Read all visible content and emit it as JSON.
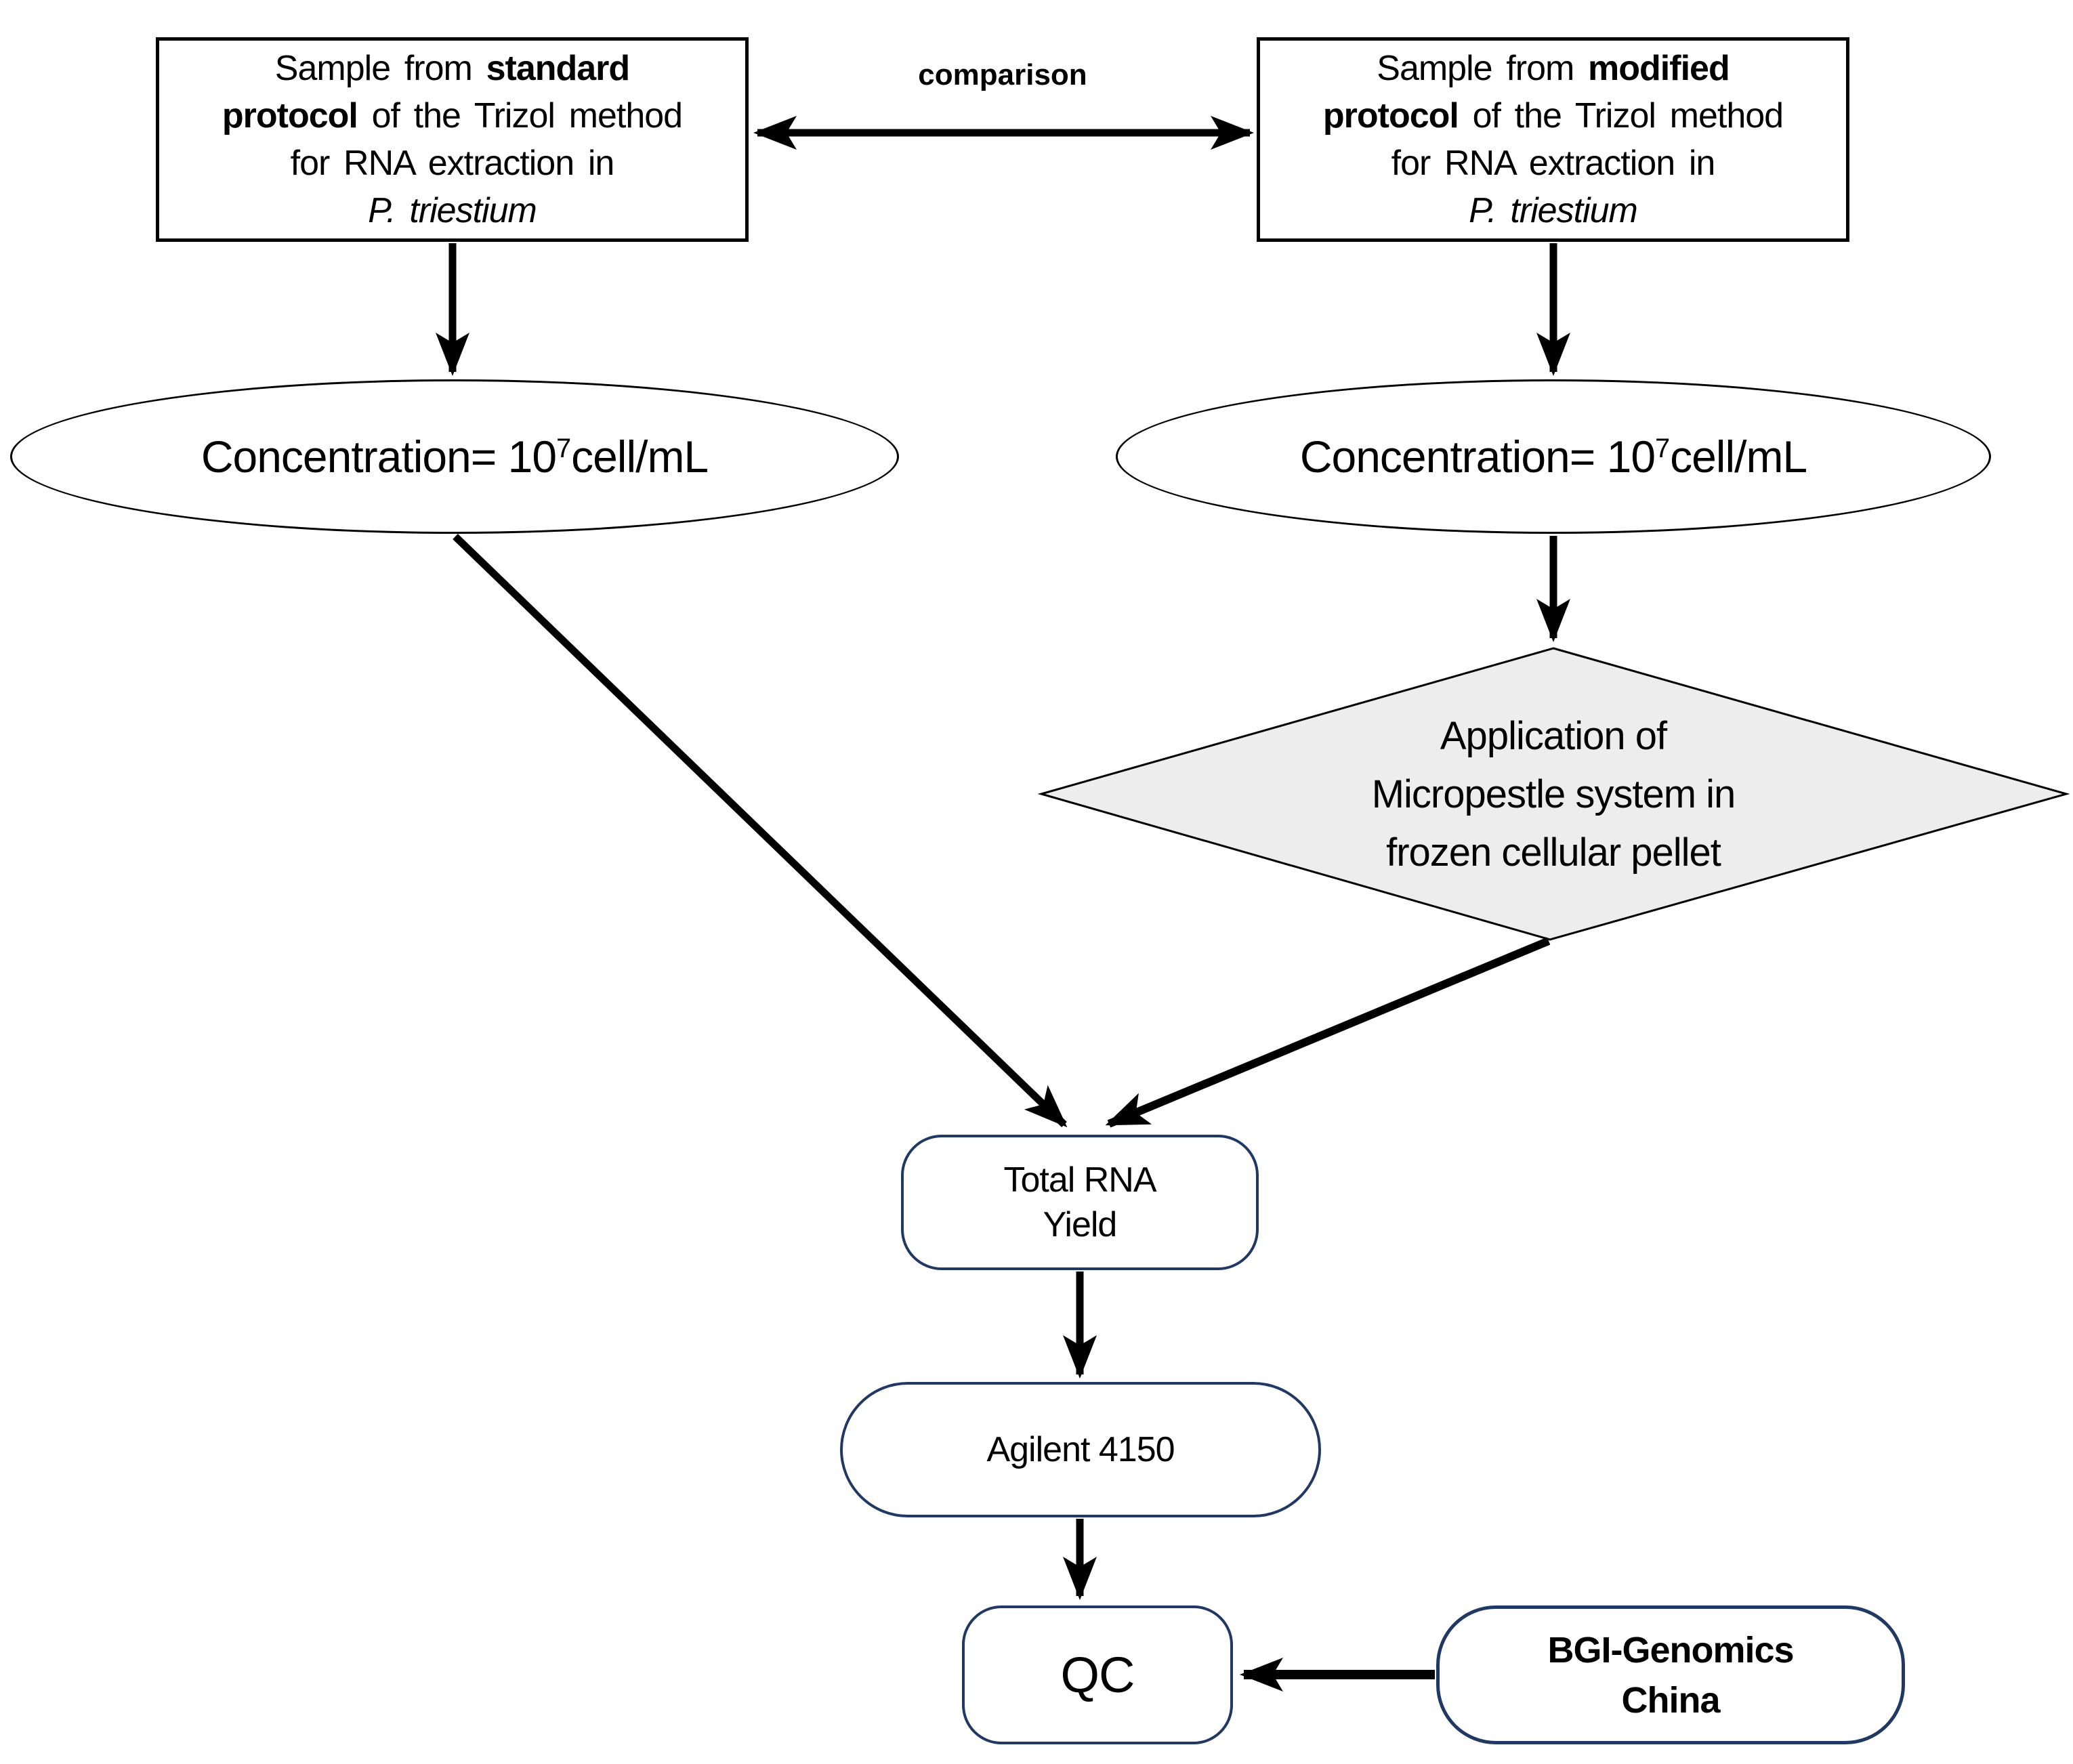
{
  "colors": {
    "node_border_navy": "#1f3864",
    "shape_outline": "#000000",
    "diamond_fill": "#ededed",
    "arrow_color": "#000000",
    "background": "#ffffff"
  },
  "diagram": {
    "comparison_label": "comparison",
    "standard_sample_box": {
      "lines": [
        [
          {
            "t": "Sample from "
          },
          {
            "t": "standard",
            "b": true
          }
        ],
        [
          {
            "t": "protocol",
            "b": true
          },
          {
            "t": " of the Trizol method"
          }
        ],
        [
          {
            "t": "for RNA extraction in"
          }
        ],
        [
          {
            "t": "P. triestium",
            "i": true
          }
        ]
      ]
    },
    "modified_sample_box": {
      "lines": [
        [
          {
            "t": "Sample from "
          },
          {
            "t": "modified",
            "b": true
          }
        ],
        [
          {
            "t": "protocol",
            "b": true
          },
          {
            "t": " of the Trizol method"
          }
        ],
        [
          {
            "t": "for RNA extraction in"
          }
        ],
        [
          {
            "t": "P. triestium",
            "i": true
          }
        ]
      ]
    },
    "standard_concentration_ellipse": {
      "lines": [
        [
          {
            "t": "Concentration= 10"
          },
          {
            "t": "7",
            "sup": true
          },
          {
            "t": "cell/mL"
          }
        ]
      ]
    },
    "modified_concentration_ellipse": {
      "lines": [
        [
          {
            "t": "Concentration= 10"
          },
          {
            "t": "7",
            "sup": true
          },
          {
            "t": "cell/mL"
          }
        ]
      ]
    },
    "micropestle_diamond": {
      "lines": [
        [
          {
            "t": "Application of"
          }
        ],
        [
          {
            "t": "Micropestle system in"
          }
        ],
        [
          {
            "t": "frozen cellular pellet"
          }
        ]
      ]
    },
    "total_rna_yield_box": {
      "lines": [
        [
          {
            "t": "Total RNA"
          }
        ],
        [
          {
            "t": "Yield"
          }
        ]
      ]
    },
    "agilent_box": {
      "lines": [
        [
          {
            "t": "Agilent 4150"
          }
        ]
      ]
    },
    "qc_box": {
      "lines": [
        [
          {
            "t": "QC"
          }
        ]
      ]
    },
    "bgi_box": {
      "lines": [
        [
          {
            "t": "BGI-Genomics",
            "b": true
          }
        ],
        [
          {
            "t": "China",
            "b": true
          }
        ]
      ]
    }
  }
}
